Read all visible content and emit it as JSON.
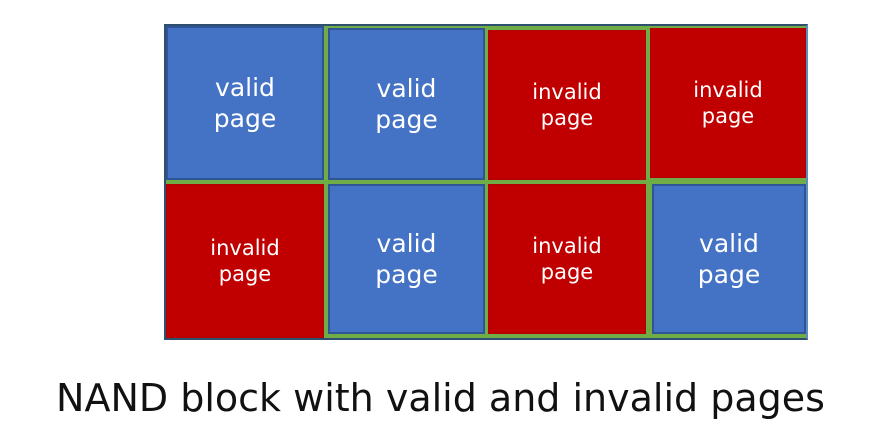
{
  "block": {
    "rows": [
      [
        {
          "status": "valid",
          "line1": "valid",
          "line2": "page"
        },
        {
          "status": "valid",
          "line1": "valid",
          "line2": "page"
        },
        {
          "status": "invalid",
          "line1": "invalid",
          "line2": "page"
        },
        {
          "status": "invalid",
          "line1": "invalid",
          "line2": "page"
        }
      ],
      [
        {
          "status": "invalid",
          "line1": "invalid",
          "line2": "page"
        },
        {
          "status": "valid",
          "line1": "valid",
          "line2": "page"
        },
        {
          "status": "invalid",
          "line1": "invalid",
          "line2": "page"
        },
        {
          "status": "valid",
          "line1": "valid",
          "line2": "page"
        }
      ]
    ]
  },
  "colors": {
    "valid": "#4472c4",
    "invalid": "#c00000",
    "separator": "#70ad47"
  },
  "caption": "NAND block with valid and invalid pages"
}
